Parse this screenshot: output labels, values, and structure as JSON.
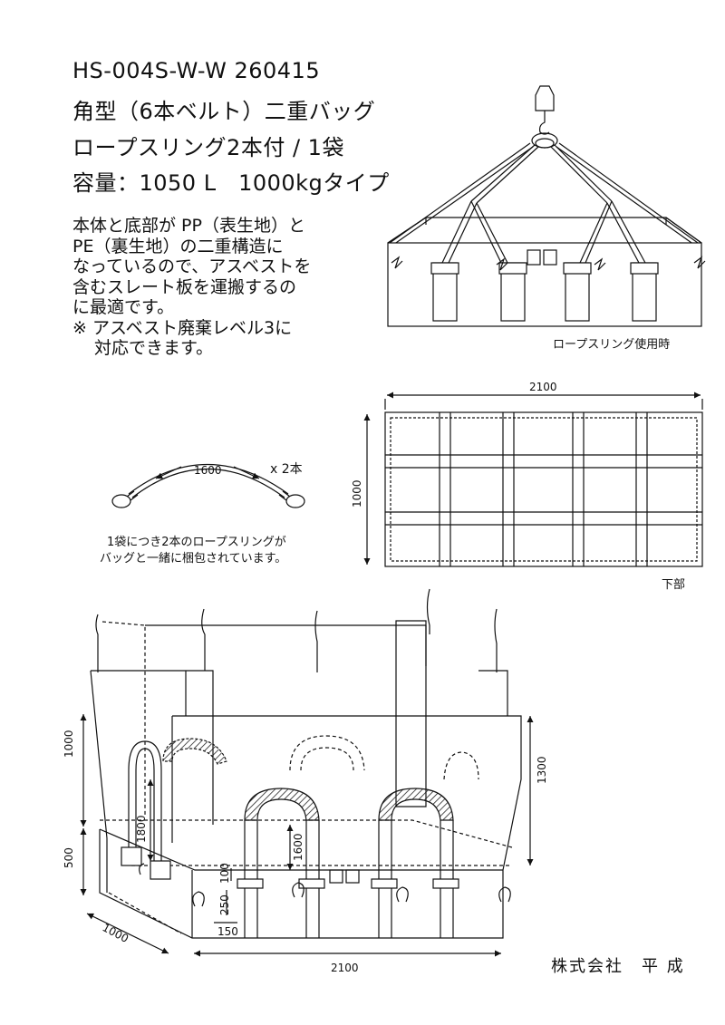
{
  "header": {
    "model": "HS-004S-W-W  260415",
    "line2": "角型（6本ベルト）二重バッグ",
    "line3": "ロープスリング2本付 / 1袋",
    "line4": "容量：1050 L　1000kgタイプ"
  },
  "description": {
    "lines": [
      "本体と底部が PP（表生地）と",
      "PE（裏生地）の二重構造に",
      "なっているので、アスベストを",
      "含むスレート板を運搬するの",
      "に最適です。",
      "※ アスベスト廃棄レベル3に"
    ],
    "indent_line": "対応できます。"
  },
  "rope_sling_view": {
    "caption": "ロープスリング使用時"
  },
  "rope": {
    "length_label": "1600",
    "count_label": "x 2本",
    "caption1": "1袋につき2本のロープスリングが",
    "caption2": "バッグと一緒に梱包されています。"
  },
  "bottom_view": {
    "width_label": "2100",
    "height_label": "1000",
    "caption": "下部"
  },
  "isometric": {
    "dim_1000_left": "1000",
    "dim_500": "500",
    "dim_1800": "1800",
    "dim_1600": "1600",
    "dim_100": "100",
    "dim_250": "250",
    "dim_150": "150",
    "dim_1300": "1300",
    "dim_depth": "1000",
    "dim_width": "2100"
  },
  "company": "株式会社　平 成"
}
